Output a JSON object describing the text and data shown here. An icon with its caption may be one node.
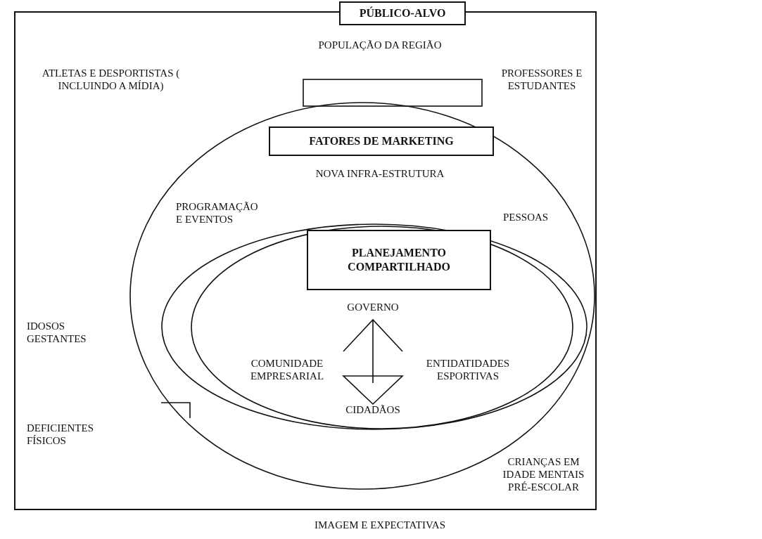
{
  "diagram": {
    "caption": "IMAGEM E EXPECTATIVAS",
    "nodes": [
      {
        "text": [
          "PÚBLICO-ALVO"
        ]
      },
      {
        "text": [],
        "shape": "box",
        "in": 0
      },
      {
        "text": [
          "FATORES DE MARKETING"
        ],
        "in": 0
      },
      {
        "text": [
          "PLANEJAMENTO COMPARTILHADO"
        ],
        "in": 2
      }
    ],
    "edges": [],
    "labels": [
      "POPULAÇÃO DA REGIÃO",
      "ATLETAS E DESPORTISTAS ( INCLUINDO A MÍDIA)",
      "PROFESSORES E ESTUDANTES",
      "NOVA INFRA-ESTRUTURA",
      "PROGRAMAÇÃO E EVENTOS",
      "PESSOAS",
      "GOVERNO",
      "IDOSOS GESTANTES",
      "COMUNIDADE EMPRESARIAL",
      "ENTIDATIDADES ESPORTIVAS",
      "CIDADÃOS",
      "DEFICIENTES FÍSICOS",
      "CRIANÇAS EM IDADE MENTAIS PRÉ-ESCOLAR"
    ]
  }
}
